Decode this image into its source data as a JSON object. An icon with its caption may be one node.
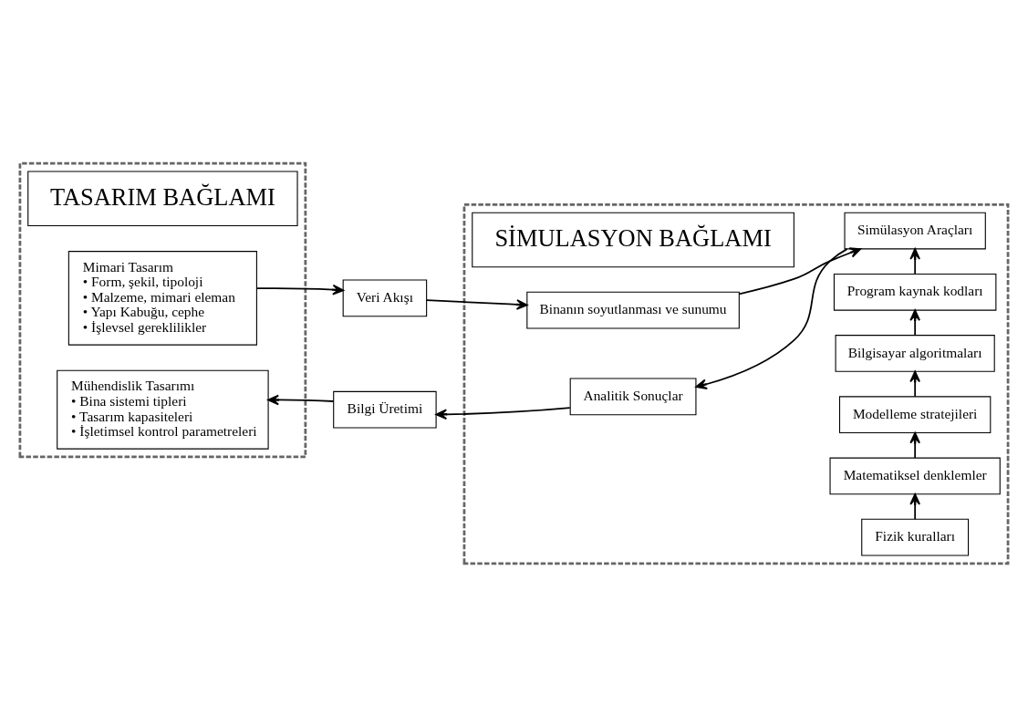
{
  "diagram": {
    "nodes": [
      {
        "text": [],
        "shape": "box"
      },
      {
        "text": [
          "TASARIM BAĞLAMI"
        ],
        "in": 0
      },
      {
        "text": [
          "Mimari Tasarım",
          "• Form, şekil, tipoloji",
          "• Malzeme, mimari eleman",
          "• Yapı Kabuğu, cephe",
          "• İşlevsel gereklilikler"
        ],
        "in": 0
      },
      {
        "text": [
          "Mühendislik Tasarımı",
          "• Bina sistemi tipleri",
          "• Tasarım kapasiteleri",
          "• İşletimsel kontrol parametreleri"
        ],
        "in": 0
      },
      {
        "text": [],
        "shape": "box"
      },
      {
        "text": [
          "SİMULASYON BAĞLAMI"
        ],
        "in": 4
      },
      {
        "text": [
          "Binanın soyutlanması ve sunumu"
        ],
        "in": 4
      },
      {
        "text": [
          "Simülasyon Araçları"
        ],
        "in": 4
      },
      {
        "text": [
          "Program kaynak kodları"
        ],
        "in": 4
      },
      {
        "text": [
          "Bilgisayar algoritmaları"
        ],
        "in": 4
      },
      {
        "text": [
          "Modelleme stratejileri"
        ],
        "in": 4
      },
      {
        "text": [
          "Matematiksel denklemler"
        ],
        "in": 4
      },
      {
        "text": [
          "Fizik kuralları"
        ],
        "in": 4
      },
      {
        "text": [
          "Analitik Sonuçlar"
        ],
        "in": 4
      },
      {
        "text": [
          "Veri Akışı"
        ]
      },
      {
        "text": [
          "Bilgi Üretimi"
        ]
      }
    ],
    "edges": [
      {
        "from": 2,
        "to": 14,
        "arrow": "to"
      },
      {
        "from": 14,
        "to": 6,
        "arrow": "to"
      },
      {
        "from": 6,
        "to": 7,
        "arrow": "to"
      },
      {
        "from": 7,
        "to": 13,
        "arrow": "to"
      },
      {
        "from": 12,
        "to": 11,
        "arrow": "to"
      },
      {
        "from": 11,
        "to": 10,
        "arrow": "to"
      },
      {
        "from": 10,
        "to": 9,
        "arrow": "to"
      },
      {
        "from": 9,
        "to": 8,
        "arrow": "to"
      },
      {
        "from": 8,
        "to": 7,
        "arrow": "to"
      },
      {
        "from": 13,
        "to": 15,
        "arrow": "to"
      },
      {
        "from": 15,
        "to": 3,
        "arrow": "to"
      }
    ]
  }
}
